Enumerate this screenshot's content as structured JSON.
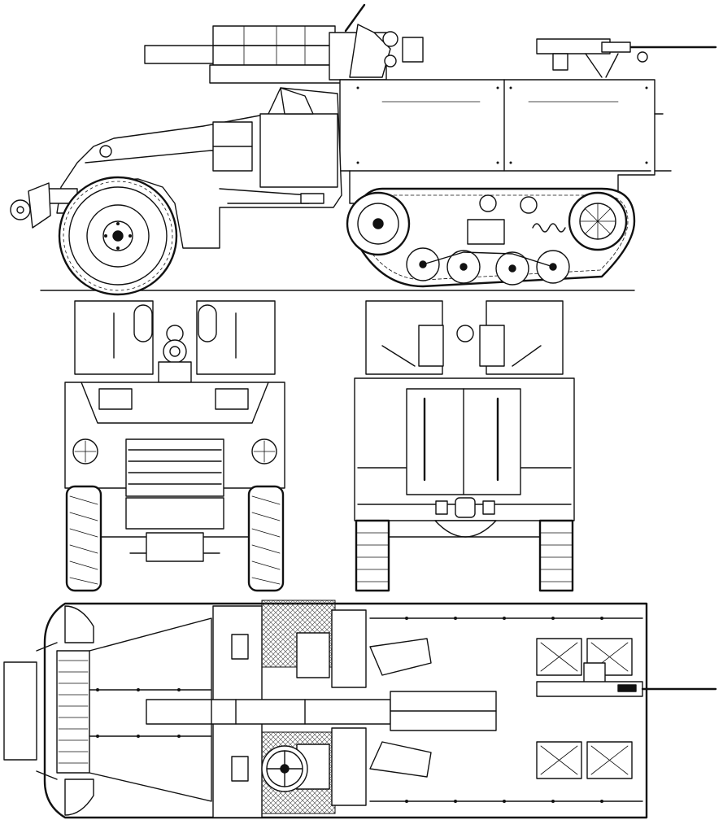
{
  "drawing": {
    "subject": "half-track-gun-carriage",
    "views": [
      "side-view",
      "front-view",
      "rear-view",
      "top-view"
    ],
    "line_color": "#111111",
    "background": "#ffffff"
  }
}
